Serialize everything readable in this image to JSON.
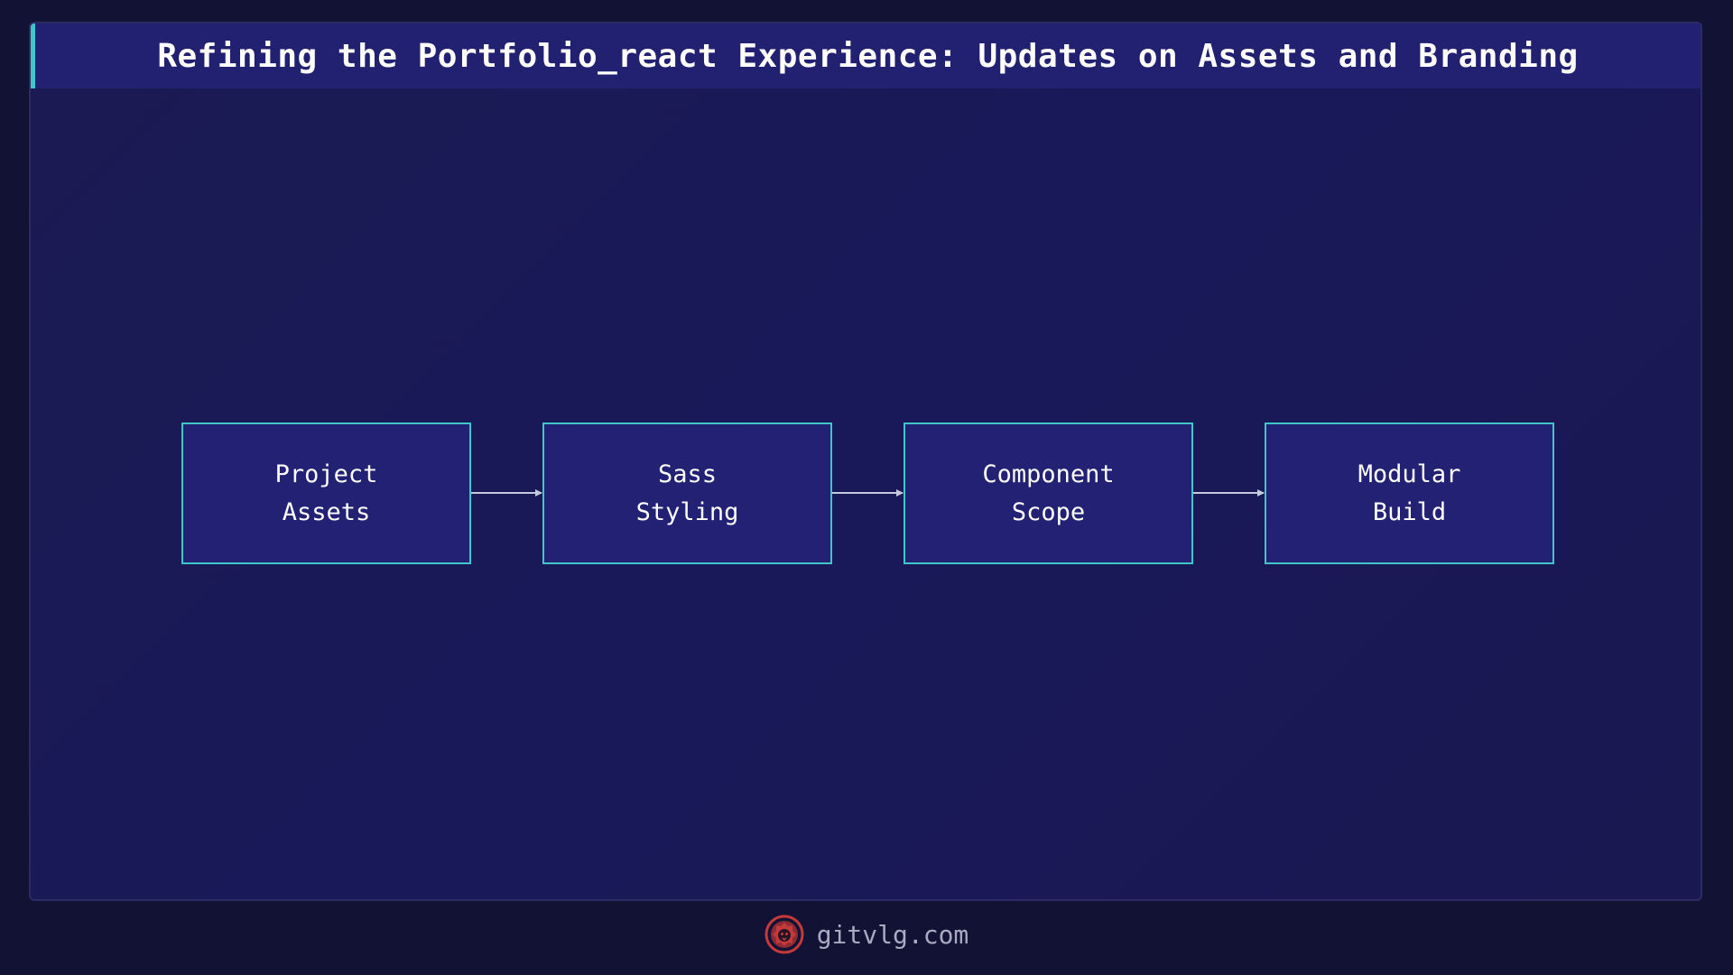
{
  "header": {
    "title": "Refining the Portfolio_react Experience: Updates on Assets and Branding"
  },
  "diagram": {
    "nodes": [
      {
        "label": "Project\nAssets"
      },
      {
        "label": "Sass\nStyling"
      },
      {
        "label": "Component\nScope"
      },
      {
        "label": "Modular\nBuild"
      }
    ],
    "edges": [
      {
        "from": 0,
        "to": 1
      },
      {
        "from": 1,
        "to": 2
      },
      {
        "from": 2,
        "to": 3
      }
    ]
  },
  "footer": {
    "logo_icon": "lion-head-icon",
    "site": "gitvlg.com"
  },
  "colors": {
    "background": "#121235",
    "panel": "#1b1a55",
    "header": "#222070",
    "accent": "#3fc6c9",
    "node_fill": "#222173",
    "arrow": "#c8c8dc",
    "logo": "#c43a3a"
  }
}
